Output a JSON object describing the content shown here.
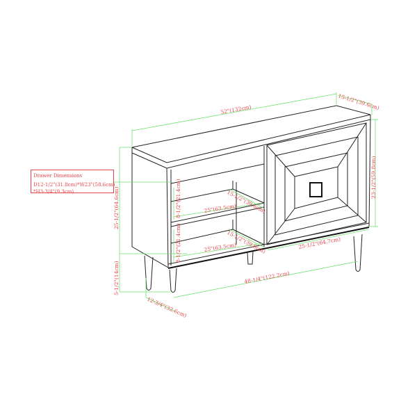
{
  "drawer_box": {
    "title": "Drawer Dimensions",
    "line1": "D12-1/2\"(31.8cm)*W23\"(58.6cm)",
    "line2": "*H3-3/4\"(9.3cm)"
  },
  "dimensions": {
    "width_top": "52\"(132cm)",
    "depth_top": "15-1/2\"(39.6cm)",
    "door_height": "23-1/2\"(59.8cm)",
    "door_width": "25-1/2\"(64.7cm)",
    "leg_span": "48-1/4\"(122.2cm)",
    "leg_depth": "12-3/4\"(32.6cm)",
    "leg_height": "5-1/2\"(14cm)",
    "body_height": "25-1/2\"(64.6cm)",
    "shelf_upper_height": "8-1/2\"(21.4cm)",
    "shelf_lower_height": "8-1/2\"(21.4cm)",
    "shelf_upper_depth": "15-1/2\"(39.6cm)",
    "shelf_lower_depth": "15-1/2\"(39.6cm)",
    "shelf_upper_width": "25\"(63.5cm)",
    "shelf_lower_width": "25\"(63.5cm)"
  },
  "colors": {
    "label": "#e8454a",
    "dimension_line": "#6fe36f",
    "drawing": "#222222"
  }
}
